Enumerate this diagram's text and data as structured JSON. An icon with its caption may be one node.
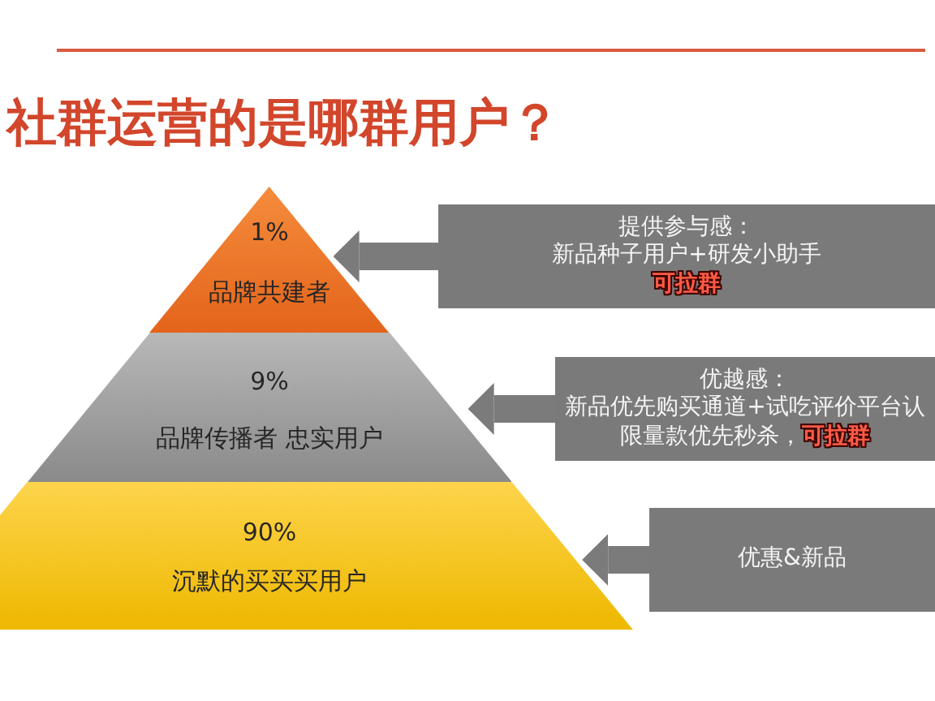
{
  "diagram": {
    "title": "社群运营的是哪群用户？",
    "nodes": [
      {
        "text": [
          "1%",
          "品牌共建者"
        ]
      },
      {
        "text": [
          "9%",
          "品牌传播者 忠实用户"
        ]
      },
      {
        "text": [
          "90%",
          "沉默的买买买用户"
        ]
      },
      {
        "text": [
          "提供参与感：",
          "新品种子用户+研发小助手",
          "可拉群"
        ]
      },
      {
        "text": [
          "优越感：",
          "新品优先购买通道+试吃评价平台认",
          "限量款优先秒杀，**可拉群**"
        ]
      },
      {
        "text": [
          "优惠&新品"
        ]
      }
    ],
    "edges": [
      {
        "from": 3,
        "to": 0,
        "arrow": "to"
      },
      {
        "from": 4,
        "to": 1,
        "arrow": "to"
      },
      {
        "from": 5,
        "to": 2,
        "arrow": "to"
      }
    ]
  }
}
